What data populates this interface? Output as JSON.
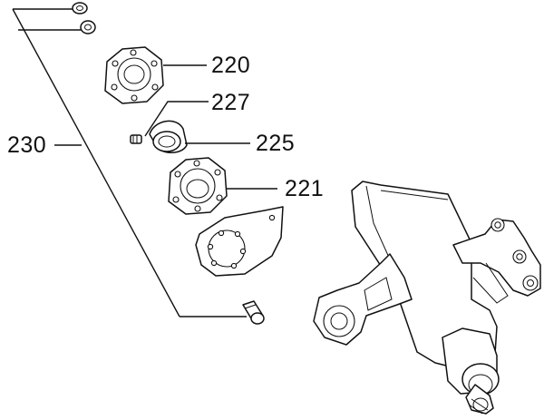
{
  "diagram": {
    "callouts": [
      {
        "id": "220",
        "label": "220"
      },
      {
        "id": "227",
        "label": "227"
      },
      {
        "id": "225",
        "label": "225"
      },
      {
        "id": "221",
        "label": "221"
      },
      {
        "id": "230",
        "label": "230"
      }
    ],
    "colors": {
      "ink": "#111111",
      "paper": "#ffffff"
    }
  }
}
